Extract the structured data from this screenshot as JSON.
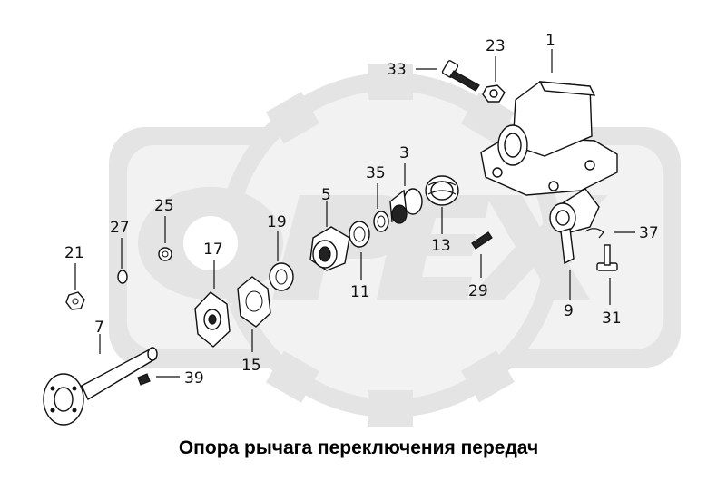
{
  "caption": "Опора рычага переключения передач",
  "watermark": {
    "text": "OPEX",
    "color": "#e4e4e4"
  },
  "callouts": [
    "1",
    "3",
    "5",
    "7",
    "9",
    "11",
    "13",
    "15",
    "17",
    "19",
    "21",
    "23",
    "25",
    "27",
    "29",
    "31",
    "33",
    "35",
    "37",
    "39"
  ]
}
